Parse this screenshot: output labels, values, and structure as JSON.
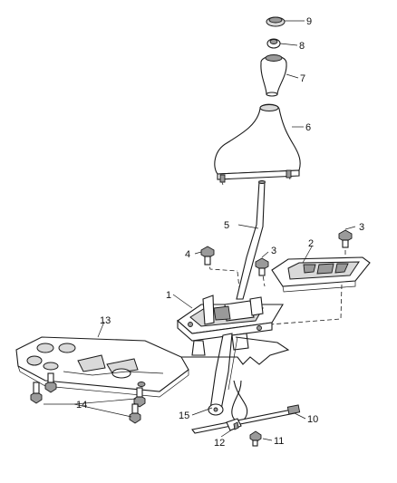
{
  "diagram": {
    "callouts": [
      {
        "id": "9",
        "label": "9"
      },
      {
        "id": "8",
        "label": "8"
      },
      {
        "id": "7",
        "label": "7"
      },
      {
        "id": "6",
        "label": "6"
      },
      {
        "id": "5",
        "label": "5"
      },
      {
        "id": "4",
        "label": "4"
      },
      {
        "id": "3a",
        "label": "3"
      },
      {
        "id": "3b",
        "label": "3"
      },
      {
        "id": "2",
        "label": "2"
      },
      {
        "id": "1",
        "label": "1"
      },
      {
        "id": "13",
        "label": "13"
      },
      {
        "id": "14",
        "label": "14"
      },
      {
        "id": "15",
        "label": "15"
      },
      {
        "id": "12",
        "label": "12"
      },
      {
        "id": "11",
        "label": "11"
      },
      {
        "id": "10",
        "label": "10"
      }
    ]
  }
}
